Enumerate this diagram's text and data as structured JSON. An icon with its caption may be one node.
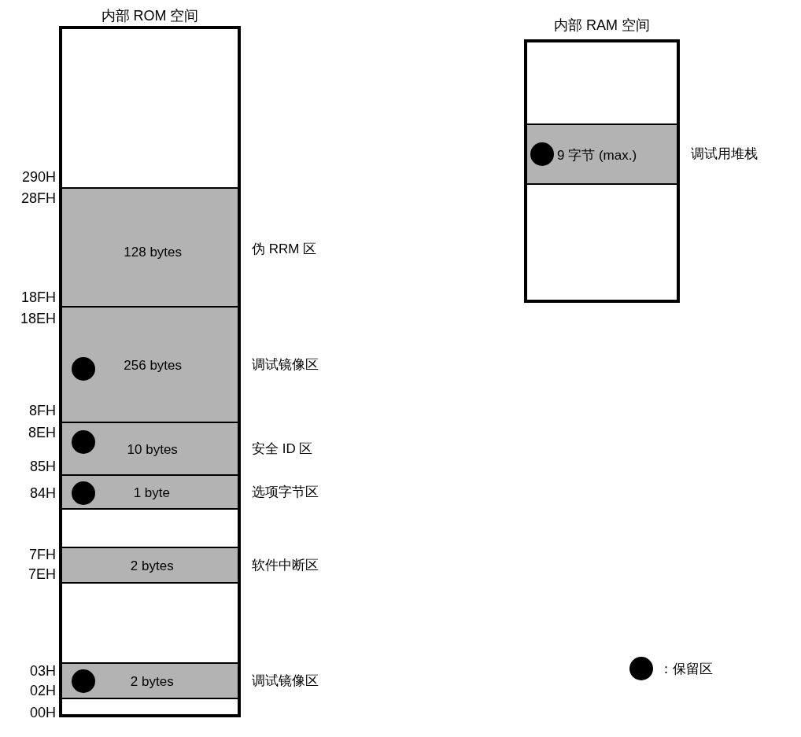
{
  "diagram": {
    "nodes": [
      {
        "text": [
          "内部 ROM 空间"
        ]
      },
      {
        "text": [],
        "shape": "box",
        "in": 0
      },
      {
        "text": [
          "128 bytes"
        ],
        "beside": [
          "伪 RRM 区"
        ],
        "in": 0
      },
      {
        "text": [
          "256 bytes"
        ],
        "beside": [
          "调试镜像区"
        ],
        "in": 0
      },
      {
        "text": [],
        "shape": "circle",
        "in": 3
      },
      {
        "text": [
          "10 bytes"
        ],
        "beside": [
          "安全 ID 区"
        ],
        "in": 0
      },
      {
        "text": [],
        "shape": "circle",
        "in": 5
      },
      {
        "text": [
          "1 byte"
        ],
        "beside": [
          "选项字节区"
        ],
        "in": 0
      },
      {
        "text": [],
        "shape": "circle",
        "in": 7
      },
      {
        "text": [],
        "shape": "box",
        "in": 0
      },
      {
        "text": [
          "2 bytes"
        ],
        "beside": [
          "软件中断区"
        ],
        "in": 0
      },
      {
        "text": [],
        "shape": "box",
        "in": 0
      },
      {
        "text": [
          "2 bytes"
        ],
        "beside": [
          "调试镜像区"
        ],
        "in": 0
      },
      {
        "text": [],
        "shape": "circle",
        "in": 12
      },
      {
        "text": [],
        "shape": "box",
        "in": 0
      },
      {
        "text": [
          "内部 RAM 空间"
        ]
      },
      {
        "text": [],
        "shape": "box",
        "in": 15
      },
      {
        "text": [
          "9 字节 (max.)"
        ],
        "beside": [
          "调试用堆栈"
        ],
        "in": 15
      },
      {
        "text": [],
        "shape": "circle",
        "in": 17
      },
      {
        "text": [],
        "shape": "box",
        "in": 15
      }
    ],
    "edges": [],
    "labels": [
      "290H",
      "28FH",
      "18FH",
      "18EH",
      "8FH",
      "8EH",
      "85H",
      "84H",
      "7FH",
      "7EH",
      "03H",
      "02H",
      "00H"
    ],
    "legend": [
      {
        "text": "：保留区"
      }
    ]
  }
}
